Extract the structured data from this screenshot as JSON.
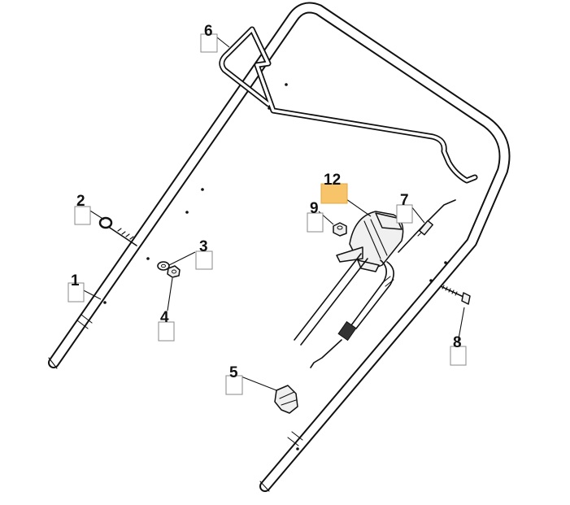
{
  "callouts": [
    {
      "id": "1",
      "label": "1",
      "highlighted": false
    },
    {
      "id": "2",
      "label": "2",
      "highlighted": false
    },
    {
      "id": "3",
      "label": "3",
      "highlighted": false
    },
    {
      "id": "4",
      "label": "4",
      "highlighted": false
    },
    {
      "id": "5",
      "label": "5",
      "highlighted": false
    },
    {
      "id": "6",
      "label": "6",
      "highlighted": false
    },
    {
      "id": "7",
      "label": "7",
      "highlighted": false
    },
    {
      "id": "8",
      "label": "8",
      "highlighted": false
    },
    {
      "id": "9",
      "label": "9",
      "highlighted": false
    },
    {
      "id": "12",
      "label": "12",
      "highlighted": true
    }
  ],
  "colors": {
    "highlight_box": "#f7c46a",
    "line_art": "#111111",
    "label_box_border": "#8a8a8a"
  }
}
